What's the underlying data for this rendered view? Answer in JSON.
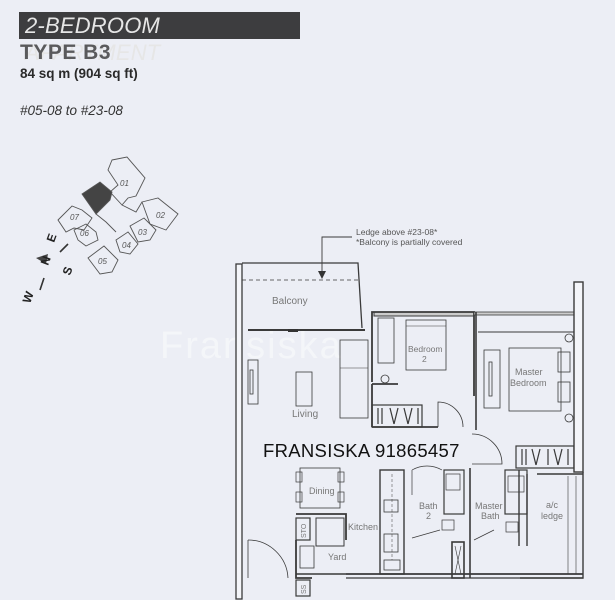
{
  "header": {
    "banner": "2-BEDROOM APARTMENT",
    "type": "TYPE B3",
    "area": "84 sq m (904 sq ft)",
    "units": "#05-08 to #23-08"
  },
  "key_plan": {
    "units": [
      "01",
      "02",
      "03",
      "04",
      "05",
      "06",
      "07"
    ],
    "highlighted_unit": "08",
    "compass": {
      "north_label": "N",
      "east_label": "E",
      "south_label": "S",
      "west_label": "W"
    }
  },
  "floor_plan": {
    "note_line1": "Ledge above #23-08*",
    "note_line2": "*Balcony is partially covered",
    "rooms": {
      "balcony": "Balcony",
      "living": "Living",
      "bedroom2_line1": "Bedroom",
      "bedroom2_line2": "2",
      "master_bedroom_line1": "Master",
      "master_bedroom_line2": "Bedroom",
      "dining": "Dining",
      "kitchen": "Kitchen",
      "yard": "Yard",
      "sto": "STO",
      "ss": "SS",
      "bath2_line1": "Bath",
      "bath2_line2": "2",
      "master_bath_line1": "Master",
      "master_bath_line2": "Bath",
      "ac_ledge_line1": "a/c",
      "ac_ledge_line2": "ledge"
    }
  },
  "overlay": {
    "agent_contact": "FRANSISKA 91865457",
    "watermark": "Fransiska"
  }
}
